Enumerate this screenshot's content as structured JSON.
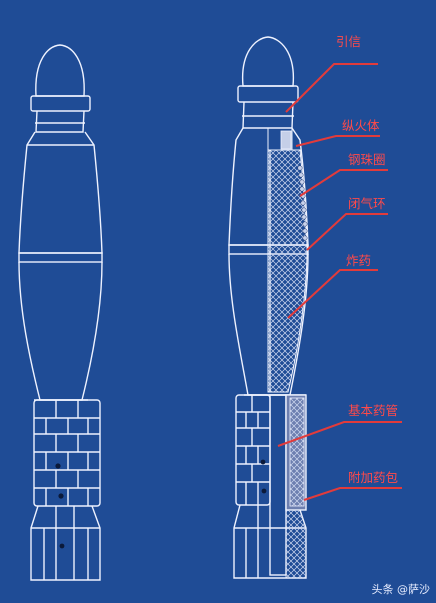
{
  "diagram": {
    "colors": {
      "background": "#1f4c96",
      "outline": "#eef2ff",
      "leader": "#e23b3b",
      "label": "#ff4a4a"
    },
    "labels": {
      "fuze": "引信",
      "igniter": "纵火体",
      "steel_ball_ring": "钢珠圈",
      "obturator_ring": "闭气环",
      "explosive": "炸药",
      "primary_charge_tube": "基本药管",
      "auxiliary_charge": "附加药包"
    }
  },
  "watermark": "头条 @萨沙"
}
